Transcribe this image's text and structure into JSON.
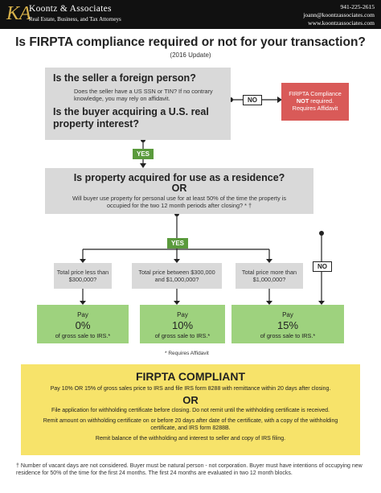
{
  "header": {
    "firm_name": "Koontz & Associates",
    "tagline": "Real Estate, Business, and Tax Attorneys",
    "phone": "941-225-2615",
    "email": "joann@koontzassociates.com",
    "website": "www.koontzassociates.com",
    "logo_text": "KA"
  },
  "title": "Is FIRPTA compliance required or not for your transaction?",
  "subtitle": "(2016 Update)",
  "q1": {
    "heading": "Is the seller a foreign person?",
    "detail": "Does the seller have a US SSN or TIN? If no contrary knowledge, you may rely on affidavit.",
    "heading2": "Is the buyer acquiring a U.S. real property interest?"
  },
  "no_badge_1": "NO",
  "not_required": {
    "line1": "FIRPTA Compliance",
    "line2": "NOT",
    "line3": " required.",
    "line4": "Requires Affidavit"
  },
  "yes_badge_1": "YES",
  "q2": {
    "heading": "Is property acquired for use as a residence?",
    "or": "OR",
    "detail": "Will buyer use property for personal use for at least 50% of the time the property is occupied for the two 12 month periods after closing? * †"
  },
  "yes_badge_2": "YES",
  "no_badge_2": "NO",
  "price_boxes": [
    {
      "text": "Total price less than $300,000?"
    },
    {
      "text": "Total price between $300,000 and $1,000,000?"
    },
    {
      "text": "Total price more than $1,000,000?"
    }
  ],
  "pay_boxes": [
    {
      "label": "Pay",
      "value": "0%",
      "desc": "of gross sale to IRS.*"
    },
    {
      "label": "Pay",
      "value": "10%",
      "desc": "of gross sale to IRS.*"
    },
    {
      "label": "Pay",
      "value": "15%",
      "desc": "of gross sale to IRS.*"
    }
  ],
  "affidavit_note": "* Requires Affidavit",
  "compliant": {
    "title": "FIRPTA COMPLIANT",
    "line1": "Pay 10% OR 15% of gross sales price to IRS and file IRS form 8288 with remittance within 20 days after closing.",
    "or": "OR",
    "line2": "File application for withholding certificate before closing. Do not remit until the withholding certificate is received.",
    "line3": "Remit amount on withholding certificate on or before 20 days after date of the certificate, with a copy of the withholding certificate, and IRS form 8288B.",
    "line4": "Remit balance of the withholding and interest to seller and copy of IRS filing."
  },
  "footnote": "† Number of vacant days are not considered. Buyer must be natural person - not corporation. Buyer must have intentions of occupying new residence for 50% of the time for the first 24 months. The first 24 months are evaluated in two 12 month blocks.",
  "colors": {
    "header_bg": "#111111",
    "box_gray": "#d9d9d9",
    "yes_green": "#5a9a3c",
    "pay_green": "#9ed27e",
    "red": "#d95a58",
    "yellow": "#f7e36a",
    "gold": "#d7b14a"
  }
}
